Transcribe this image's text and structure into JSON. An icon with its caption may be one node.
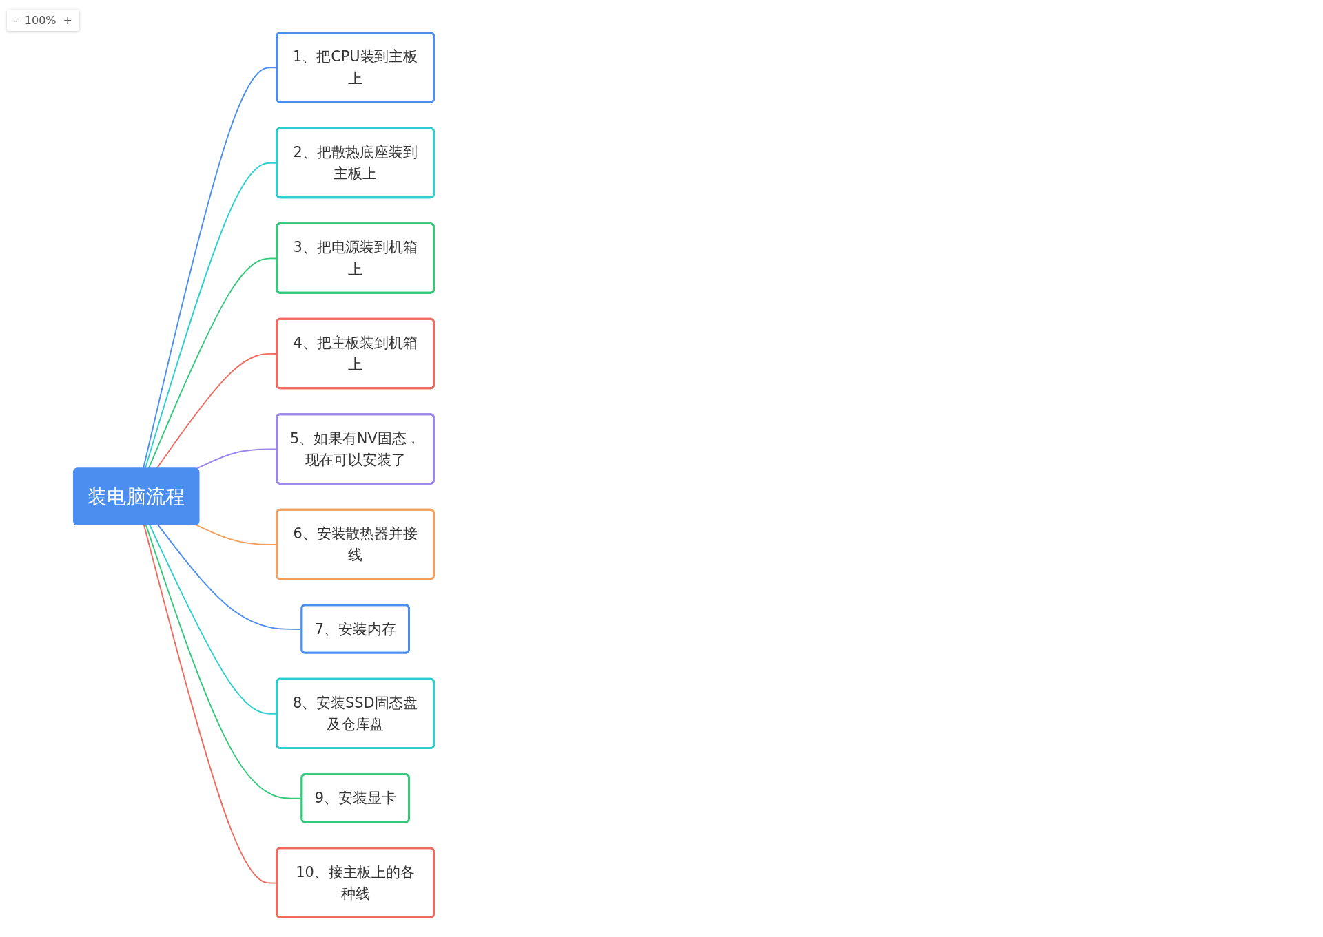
{
  "diagram": {
    "nodes": [
      {
        "text": [
          "装电脑流程"
        ]
      },
      {
        "text": [
          "1、把CPU装到主板上"
        ]
      },
      {
        "text": [
          "2、把散热底座装到主板上"
        ]
      },
      {
        "text": [
          "3、把电源装到机箱上"
        ]
      },
      {
        "text": [
          "4、把主板装到机箱上"
        ]
      },
      {
        "text": [
          "5、如果有NV固态，现在可以安装了"
        ]
      },
      {
        "text": [
          "6、安装散热器并接线"
        ]
      },
      {
        "text": [
          "7、安装内存"
        ]
      },
      {
        "text": [
          "8、安装SSD固态盘及仓库盘"
        ]
      },
      {
        "text": [
          "9、安装显卡"
        ]
      },
      {
        "text": [
          "10、接主板上的各种线"
        ]
      }
    ],
    "edges": [
      {
        "from": 0,
        "to": 1,
        "arrow": "none",
        "color": "#4b8ef0"
      },
      {
        "from": 0,
        "to": 2,
        "arrow": "none",
        "color": "#2ccfcf"
      },
      {
        "from": 0,
        "to": 3,
        "arrow": "none",
        "color": "#33c97a"
      },
      {
        "from": 0,
        "to": 4,
        "arrow": "none",
        "color": "#f06a5e"
      },
      {
        "from": 0,
        "to": 5,
        "arrow": "none",
        "color": "#9b86ee"
      },
      {
        "from": 0,
        "to": 6,
        "arrow": "none",
        "color": "#f5a05a"
      },
      {
        "from": 0,
        "to": 7,
        "arrow": "none",
        "color": "#4b8ef0"
      },
      {
        "from": 0,
        "to": 8,
        "arrow": "none",
        "color": "#2ccfcf"
      },
      {
        "from": 0,
        "to": 9,
        "arrow": "none",
        "color": "#33c97a"
      },
      {
        "from": 0,
        "to": 10,
        "arrow": "none",
        "color": "#f06a5e"
      }
    ],
    "labels": [
      "-",
      "100%",
      "+"
    ]
  }
}
